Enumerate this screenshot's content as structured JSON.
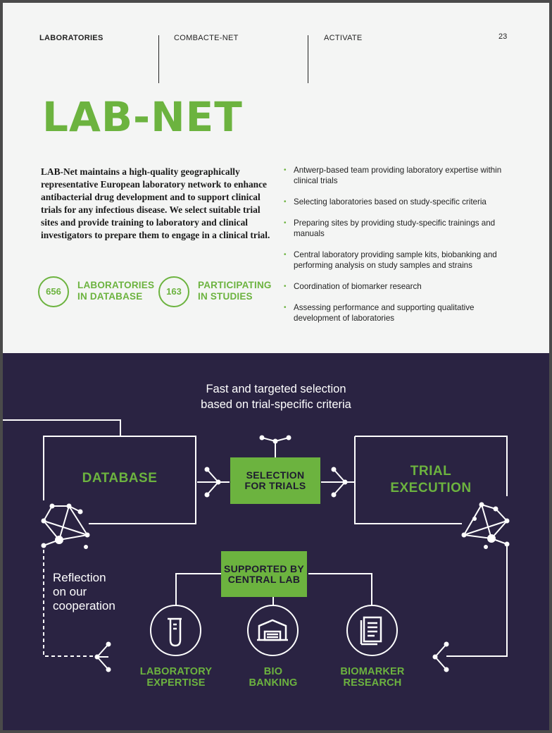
{
  "header": {
    "section_1": "LABORATORIES",
    "section_2": "COMBACTE-NET",
    "section_3": "ACTIVATE",
    "page_number": "23"
  },
  "title": "LAB-NET",
  "intro": "LAB-Net maintains a high-quality geographically representative European laboratory network to enhance antibacterial drug development and to support clinical trials for any infectious disease. We select suitable trial sites and provide training to laboratory and clinical investigators to prepare them to engage in a clinical trial.",
  "stats": [
    {
      "value": "656",
      "label_1": "LABORATORIES",
      "label_2": "IN DATABASE"
    },
    {
      "value": "163",
      "label_1": "PARTICIPATING",
      "label_2": "IN STUDIES"
    }
  ],
  "bullets": [
    "Antwerp-based team providing laboratory expertise within clinical trials",
    "Selecting laboratories based on study-specific criteria",
    "Preparing sites by providing study-specific trainings and manuals",
    "Central laboratory providing sample kits, biobanking and performing analysis on study samples and strains",
    "Coordination of biomarker research",
    "Assessing performance and supporting qualitative development of laboratories"
  ],
  "diagram": {
    "heading_1": "Fast and targeted selection",
    "heading_2": "based on trial-specific criteria",
    "database": "DATABASE",
    "selection_1": "SELECTION",
    "selection_2": "FOR TRIALS",
    "trial_1": "TRIAL",
    "trial_2": "EXECUTION",
    "central_1": "SUPPORTED BY",
    "central_2": "CENTRAL LAB",
    "reflection_1": "Reflection",
    "reflection_2": "on our",
    "reflection_3": "cooperation",
    "lab_1": "LABORATORY",
    "lab_2": "EXPERTISE",
    "bio_1": "BIO",
    "bio_2": "BANKING",
    "biomarker_1": "BIOMARKER",
    "biomarker_2": "RESEARCH"
  },
  "colors": {
    "green": "#6cb33f",
    "navy": "#2a2342",
    "page": "#f4f5f4"
  }
}
